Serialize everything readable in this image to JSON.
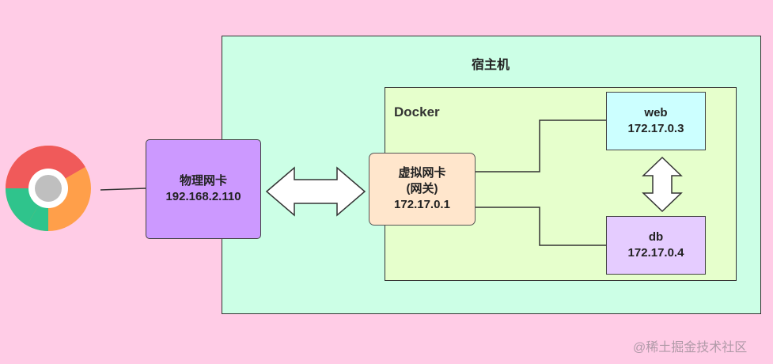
{
  "host": {
    "label": "宿主机"
  },
  "docker": {
    "label": "Docker"
  },
  "physical_nic": {
    "line1": "物理网卡",
    "line2": "192.168.2.110"
  },
  "virtual_nic": {
    "line1": "虚拟网卡",
    "line2": "(网关)",
    "line3": "172.17.0.1"
  },
  "web": {
    "line1": "web",
    "line2": "172.17.0.3"
  },
  "db": {
    "line1": "db",
    "line2": "172.17.0.4"
  },
  "watermark": "@稀土掘金技术社区",
  "colors": {
    "background": "#ffcce6",
    "host": "#ccffe6",
    "docker": "#e6ffcc",
    "physical_nic": "#cc99ff",
    "virtual_nic": "#ffe6cc",
    "web": "#ccffff",
    "db": "#e5ccff"
  },
  "icons": [
    "browser-icon",
    "double-arrow-icon"
  ]
}
